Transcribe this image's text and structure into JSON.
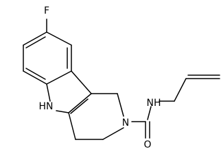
{
  "molecule": {
    "atoms": {
      "fluorine": "F",
      "indole_nh": "HN",
      "ring_n": "N",
      "amide_nh": "NH",
      "carbonyl_o": "O"
    },
    "colors": {
      "bond": "#000000",
      "label": "#000000",
      "background": "#ffffff"
    }
  }
}
